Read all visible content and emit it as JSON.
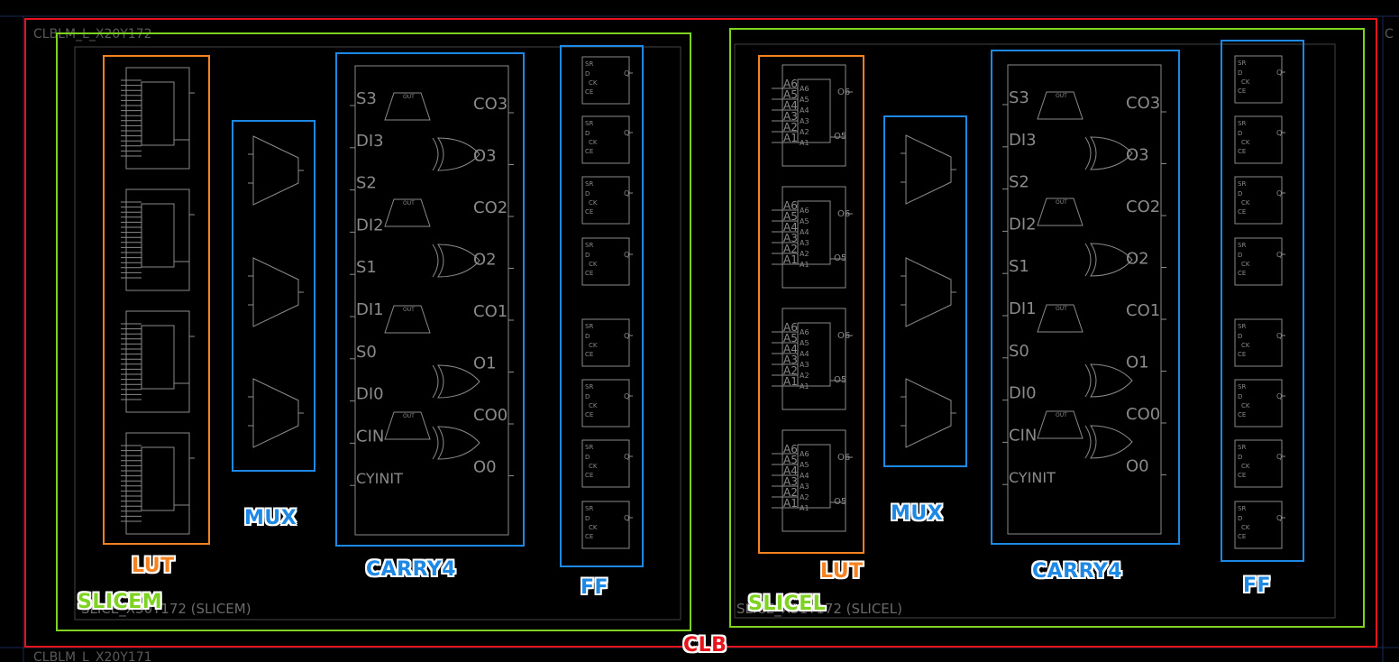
{
  "tiles": {
    "top_left": "CLBLM_L_X20Y172",
    "bottom_left": "CLBLM_L_X20Y171"
  },
  "slices": {
    "left_name": "SLICE_X30Y172 (SLICEM)",
    "right_name": "SLICE_X31Y172 (SLICEL)",
    "left_type": "SLICEM",
    "right_type": "SLICEL"
  },
  "labels": {
    "clb": "CLB",
    "lut": "LUT",
    "mux": "MUX",
    "carry4": "CARRY4",
    "ff": "FF"
  },
  "carry_pins": {
    "left": [
      "S3",
      "DI3",
      "S2",
      "DI2",
      "S1",
      "DI1",
      "S0",
      "DI0",
      "CIN",
      "CYINIT"
    ],
    "right": [
      "CO3",
      "O3",
      "CO2",
      "O2",
      "CO1",
      "O1",
      "CO0",
      "O0"
    ]
  },
  "lut_pins": [
    "A6",
    "A5",
    "A4",
    "A3",
    "A2",
    "A1"
  ],
  "lut_outputs": [
    "O6",
    "O5"
  ],
  "ff_pins": [
    "SR",
    "D",
    "CK",
    "CE",
    "Q"
  ],
  "colors": {
    "clb": "#e8141b",
    "slice": "#7ed321",
    "lut": "#f58220",
    "block": "#1e88e5",
    "wire": "#8a8a8a"
  }
}
